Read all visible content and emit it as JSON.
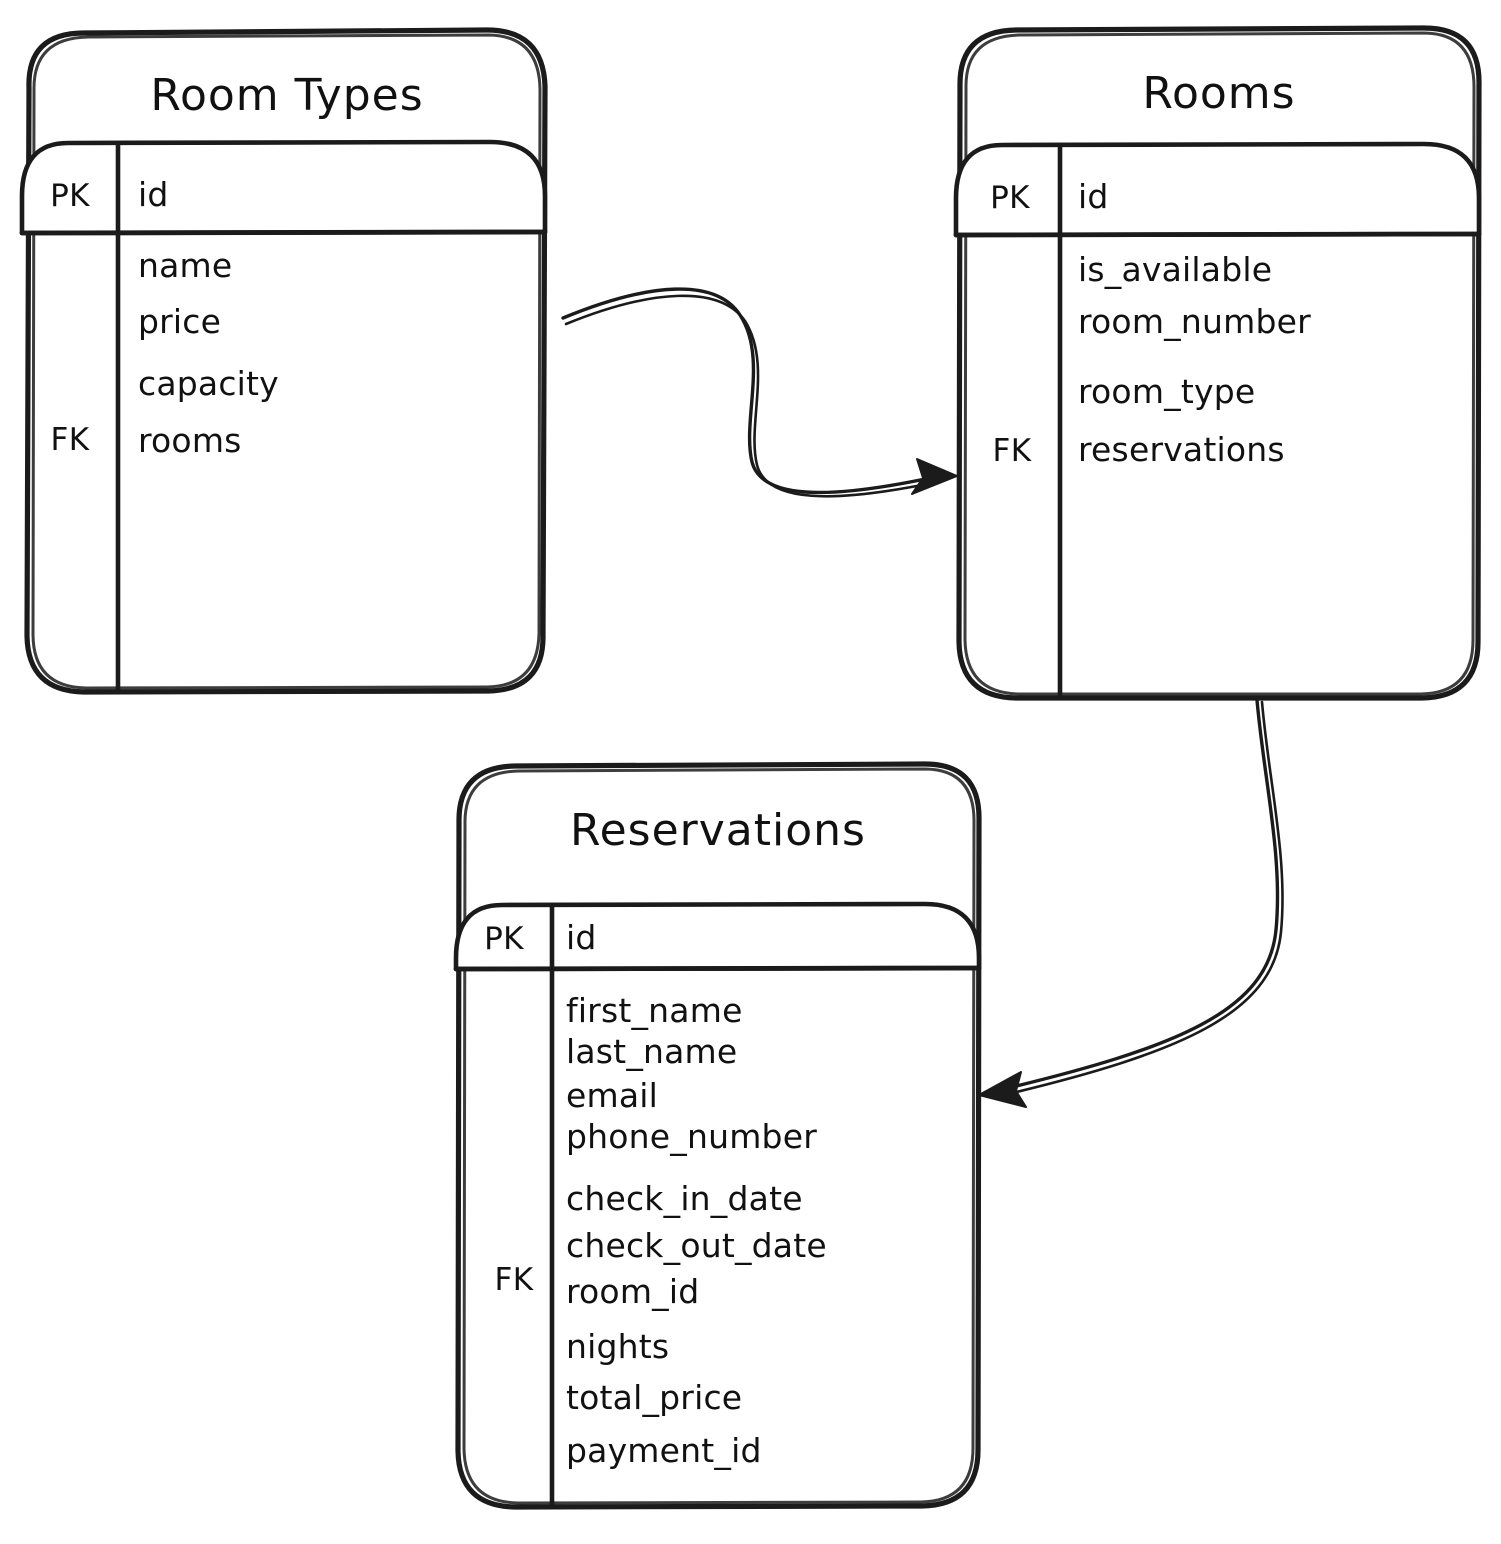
{
  "diagram": {
    "kind": "entity-relationship-diagram",
    "style": "hand-drawn sketch",
    "background_color": "#ffffff",
    "ink_color": "#1b1b1b",
    "entities": [
      {
        "id": "room_types",
        "title": "Room Types",
        "primary_key": {
          "key_label": "PK",
          "field": "id"
        },
        "foreign_key_label": "FK",
        "fields": [
          "name",
          "price",
          "capacity",
          "rooms"
        ],
        "foreign_key_fields": [
          "rooms"
        ]
      },
      {
        "id": "rooms",
        "title": "Rooms",
        "primary_key": {
          "key_label": "PK",
          "field": "id"
        },
        "foreign_key_label": "FK",
        "fields": [
          "is_available",
          "room_number",
          "room_type",
          "reservations"
        ],
        "foreign_key_fields": [
          "reservations"
        ]
      },
      {
        "id": "reservations",
        "title": "Reservations",
        "primary_key": {
          "key_label": "PK",
          "field": "id"
        },
        "foreign_key_label": "FK",
        "fields": [
          "first_name",
          "last_name",
          "email",
          "phone_number",
          "check_in_date",
          "check_out_date",
          "room_id",
          "nights",
          "total_price",
          "payment_id"
        ],
        "foreign_key_fields": [
          "room_id"
        ]
      }
    ],
    "relationships": [
      {
        "id": "room_types_to_rooms",
        "from": "room_types",
        "to": "rooms",
        "arrow": "arrowhead-right",
        "label": ""
      },
      {
        "id": "rooms_to_reservations",
        "from": "rooms",
        "to": "reservations",
        "arrow": "arrowhead-left",
        "label": ""
      }
    ]
  }
}
